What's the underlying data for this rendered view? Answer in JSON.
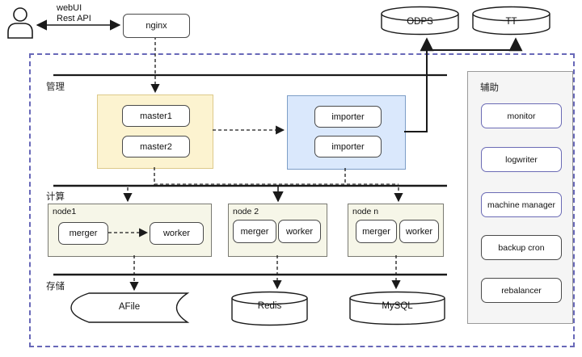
{
  "external": {
    "webui_line1": "webUI",
    "webui_line2": "Rest API",
    "nginx_label": "nginx",
    "odps_label": "ODPS",
    "tt_label": "TT"
  },
  "sections": {
    "management": "管理",
    "compute": "计算",
    "storage": "存储",
    "auxiliary": "辅助"
  },
  "management": {
    "masters": [
      "master1",
      "master2"
    ],
    "importers": [
      "importer",
      "importer"
    ]
  },
  "compute": {
    "nodes": [
      {
        "name": "node1",
        "children": [
          "merger",
          "worker"
        ]
      },
      {
        "name": "node 2",
        "children": [
          "merger",
          "worker"
        ]
      },
      {
        "name": "node n",
        "children": [
          "merger",
          "worker"
        ]
      }
    ]
  },
  "storage": {
    "afile_label": "AFile",
    "redis_label": "Redis",
    "mysql_label": "MySQL"
  },
  "auxiliary": {
    "items": [
      "monitor",
      "logwriter",
      "machine manager",
      "backup cron",
      "rebalancer"
    ]
  },
  "colors": {
    "container_dash": "#6868b8",
    "management_group_fill": "#fcf3d0",
    "management_group_border": "#ddc98a",
    "importer_group_fill": "#dae8fc",
    "importer_group_border": "#7d9ec7",
    "node_fill": "#f6f6e8",
    "aux_fill": "#f5f5f5",
    "aux_item_border_purple": "#6b6bb5",
    "line_black": "#1a1a1a"
  }
}
